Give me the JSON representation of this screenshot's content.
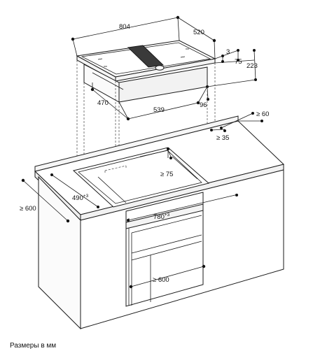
{
  "hob": {
    "width": "804",
    "depth": "520",
    "glass_offset": "3",
    "glass_thickness": "75",
    "total_height": "223",
    "box_depth": "470",
    "box_width": "539",
    "box_height": "96"
  },
  "worktop": {
    "back_clearance": "≥ 60",
    "cutout_front_offset": "≥ 35",
    "side_clearance": "≥ 75",
    "cutout_depth": "490",
    "cutout_depth_tol": "+3",
    "cutout_width": "780",
    "cutout_width_tol": "+3",
    "worktop_depth": "≥ 600",
    "cabinet_width": "≥ 600"
  },
  "caption": "Размеры в мм"
}
